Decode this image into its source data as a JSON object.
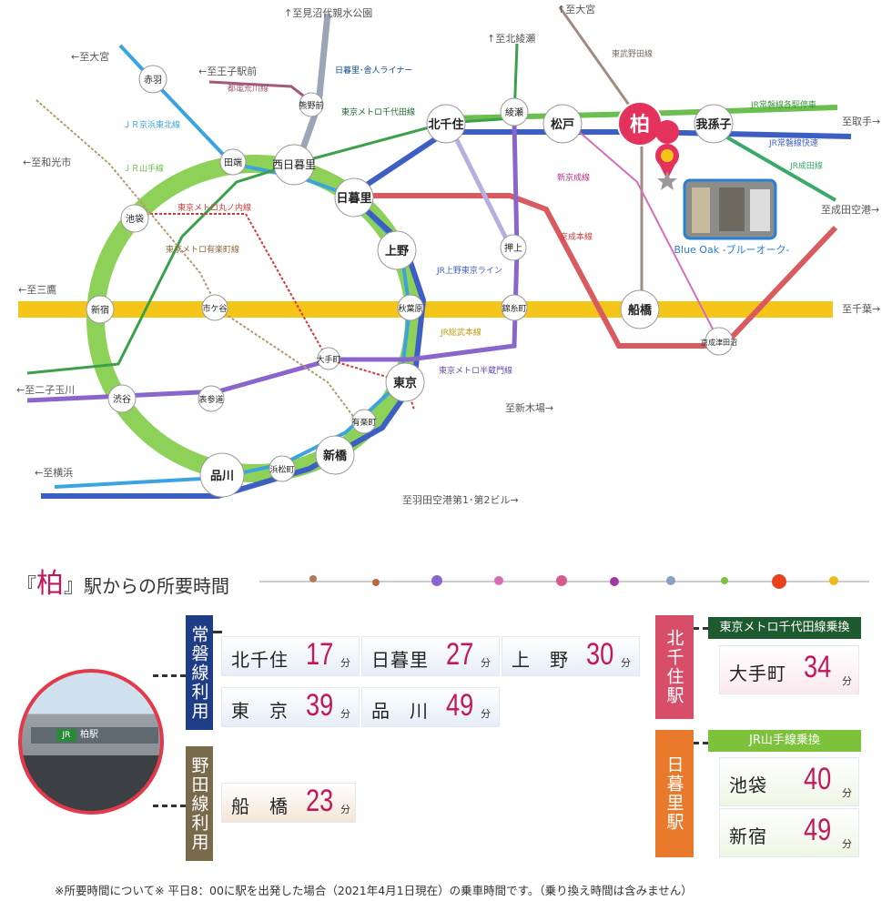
{
  "map": {
    "directions": {
      "minuma": "↑至見沼代親水公園",
      "omiya_top": "↑至大宮",
      "kitaayase": "↑至北綾瀬",
      "omiya_left": "←至大宮",
      "oji": "←至王子駅前",
      "wako": "←至和光市",
      "mitaka": "←至三鷹",
      "futako": "←至二子玉川",
      "yokohama": "←至横浜",
      "toride": "至取手→",
      "narita": "至成田空港→",
      "chiba": "至千葉→",
      "shinkiba": "至新木場→",
      "haneda": "至羽田空港第1･第2ビル→"
    },
    "lines": {
      "nippori_liner": "日暮里･舎人ライナー",
      "toden": "都電荒川線",
      "keihin": "ＪＲ京浜東北線",
      "yamanote": "ＪＲ山手線",
      "chiyoda": "東京メトロ千代田線",
      "marunouchi": "東京メトロ丸ノ内線",
      "yurakucho": "東京メトロ有楽町線",
      "joban_local": "JR常磐線各駅停車",
      "joban_rapid": "JR常磐線快速",
      "narita_line": "JR成田線",
      "noda": "東武野田線",
      "shinkeisei": "新京成線",
      "keisei": "京成本線",
      "ueno_tokyo": "JR上野東京ライン",
      "sobu": "JR総武本線",
      "hanzomon": "東京メトロ半蔵門線"
    },
    "stations": {
      "akabane": "赤羽",
      "kumanomae": "熊野前",
      "tabata": "田端",
      "nishinippori": "西日暮里",
      "nippori": "日暮里",
      "kitasenju": "北千住",
      "ayase": "綾瀬",
      "matsudo": "松戸",
      "kashiwa": "柏",
      "abiko": "我孫子",
      "ikebukuro": "池袋",
      "ueno": "上野",
      "oshiage": "押上",
      "shinjuku": "新宿",
      "ichigaya": "市ケ谷",
      "akihabara": "秋葉原",
      "kinshicho": "錦糸町",
      "funabashi": "船橋",
      "keisei_tsudanuma": "京成津田沼",
      "otemachi": "大手町",
      "tokyo": "東京",
      "shibuya": "渋谷",
      "omotesando": "表参道",
      "yurakucho": "有楽町",
      "shinbashi": "新橋",
      "hamamatsucho": "浜松町",
      "shinagawa": "品川"
    },
    "property_label": "Blue Oak -ブルーオーク-"
  },
  "panel": {
    "title_open": "『",
    "title_station": "柏",
    "title_close": "』",
    "title_rest": "駅からの所要時間",
    "joban_label": "常磐線利用",
    "noda_label": "野田線利用",
    "kitasenju_label": "北千住駅",
    "nippori_label": "日暮里駅",
    "chiyoda_transfer": "東京メトロ千代田線乗換",
    "yamanote_transfer": "JR山手線乗換",
    "unit": "分",
    "joban_times": [
      {
        "station": "北千住",
        "minutes": "17"
      },
      {
        "station": "日暮里",
        "minutes": "27"
      },
      {
        "station": "上　野",
        "minutes": "30"
      },
      {
        "station": "東　京",
        "minutes": "39"
      },
      {
        "station": "品　川",
        "minutes": "49"
      }
    ],
    "noda_times": [
      {
        "station": "船　橋",
        "minutes": "23"
      }
    ],
    "chiyoda_times": [
      {
        "station": "大手町",
        "minutes": "34"
      }
    ],
    "yamanote_times": [
      {
        "station": "池袋",
        "minutes": "40"
      },
      {
        "station": "新宿",
        "minutes": "49"
      }
    ],
    "photo_sign": "柏駅"
  },
  "footnote": "※所要時間について※ 平日8：00に駅を出発した場合（2021年4月1日現在）の乗車時間です。（乗り換え時間は含みません）",
  "colors": {
    "yamanote": "#8dd158",
    "sobu": "#f4c619",
    "joban_local": "#6bbf4e",
    "joban_rapid": "#3d5fc4",
    "chiyoda": "#3aa14a",
    "keisei": "#d95a5f",
    "hanzomon": "#8a66cc",
    "keihin": "#3aa3e0",
    "noda": "#a08c80",
    "kashiwa_marker": "#e5325c",
    "joban_box": "#1f3c87",
    "noda_box": "#7a6a4c",
    "kitasenju_box": "#d84d68",
    "nippori_box": "#e97a2c",
    "chiyoda_header": "#1e5a2f",
    "yamanote_header": "#7cc23b"
  }
}
